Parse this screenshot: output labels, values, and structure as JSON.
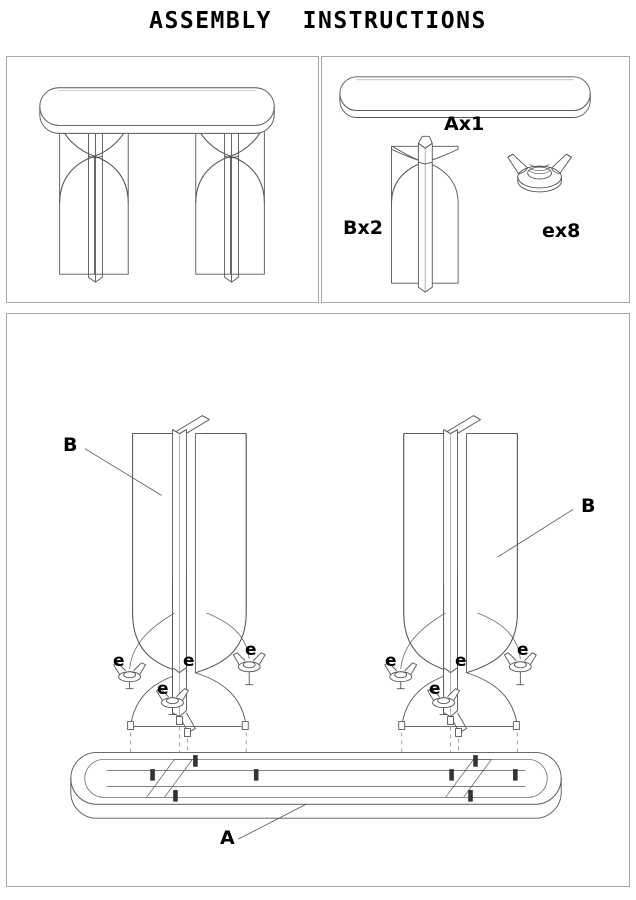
{
  "document": {
    "title": "ASSEMBLY  INSTRUCTIONS",
    "type": "furniture-assembly-instructions",
    "product": "oval-pedestal-table",
    "line_color": "#555555",
    "border_color": "#a8a8a8",
    "background_color": "#ffffff"
  },
  "panels": {
    "assembled": {
      "name": "assembled-product-view",
      "caption": ""
    },
    "parts": {
      "name": "parts-inventory",
      "items": [
        {
          "id": "A",
          "label": "Ax1",
          "quantity": 1,
          "description": "oval-tabletop"
        },
        {
          "id": "B",
          "label": "Bx2",
          "quantity": 2,
          "description": "cross-panel-leg"
        },
        {
          "id": "e",
          "label": "ex8",
          "quantity": 8,
          "description": "wing-nut"
        }
      ]
    },
    "steps": {
      "name": "assembly-step-view",
      "callouts": [
        {
          "id": "left-leg",
          "label": "B"
        },
        {
          "id": "right-leg",
          "label": "B"
        },
        {
          "id": "tabletop",
          "label": "A"
        }
      ],
      "fastener_labels": [
        "e",
        "e",
        "e",
        "e",
        "e",
        "e",
        "e",
        "e"
      ]
    }
  }
}
